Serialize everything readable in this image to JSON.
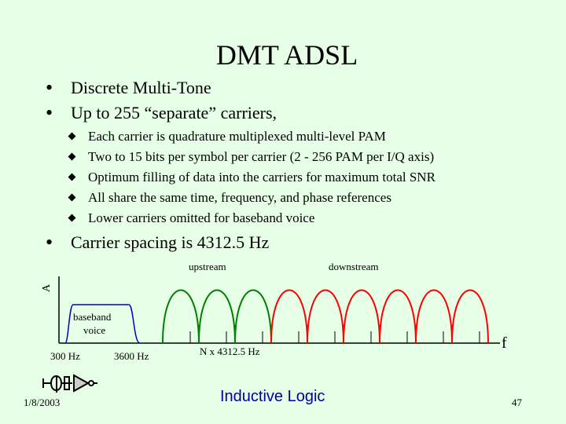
{
  "slide": {
    "title": "DMT ADSL",
    "bullets": [
      "Discrete Multi-Tone",
      "Up to 255 “separate” carriers,"
    ],
    "sub_bullets": [
      "Each carrier is quadrature multiplexed multi-level PAM",
      "Two to 15 bits per symbol per carrier (2 - 256 PAM per I/Q axis)",
      "Optimum filling of data into the carriers for maximum total SNR",
      "All share the same time, frequency, and phase references",
      "Lower carriers omitted for baseband voice"
    ],
    "bullet_last": "Carrier spacing is 4312.5 Hz"
  },
  "diagram": {
    "y_axis_label": "A",
    "x_axis_label": "f",
    "upstream_label": "upstream",
    "downstream_label": "downstream",
    "baseband_label_line1": "baseband",
    "baseband_label_line2": "voice",
    "freq_300": "300 Hz",
    "freq_3600": "3600 Hz",
    "carrier_spacing_label": "N x 4312.5 Hz",
    "upstream_color": "#008000",
    "downstream_color": "#FF0000",
    "baseband_color": "#0000CC",
    "upstream_carrier_count": 3,
    "downstream_carrier_count": 6
  },
  "footer": {
    "date": "1/8/2003",
    "logo_text": "Inductive Logic",
    "page_number": "47",
    "logo_color": "#000099"
  }
}
